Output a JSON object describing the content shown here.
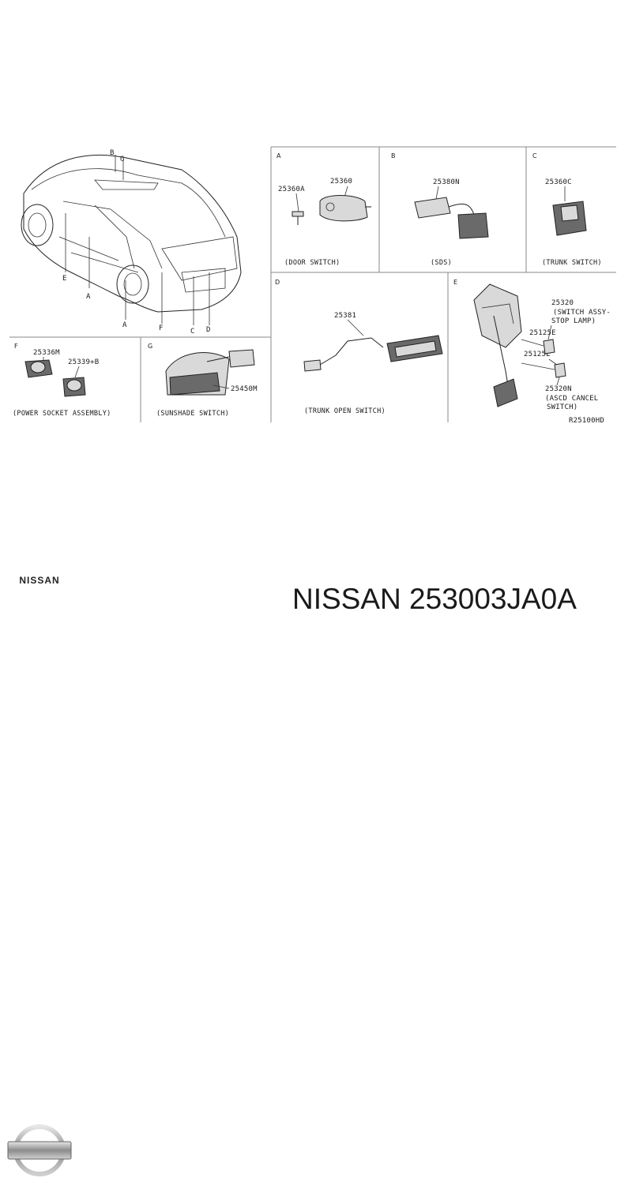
{
  "vehicle_labels": {
    "b": "B",
    "g": "G",
    "e": "E",
    "a1": "A",
    "a2": "A",
    "f": "F",
    "c": "C",
    "d": "D"
  },
  "sections": {
    "a": {
      "letter": "A",
      "parts": [
        "25360A",
        "25360"
      ],
      "caption": "(DOOR SWITCH)"
    },
    "b": {
      "letter": "B",
      "parts": [
        "25380N"
      ],
      "caption": "(SDS)"
    },
    "c": {
      "letter": "C",
      "parts": [
        "25360C"
      ],
      "caption": "(TRUNK SWITCH)"
    },
    "d": {
      "letter": "D",
      "parts": [
        "25381"
      ],
      "caption": "(TRUNK OPEN SWITCH)"
    },
    "e": {
      "letter": "E",
      "parts": [
        "25320",
        "(SWITCH ASSY-",
        "STOP LAMP)",
        "25125E",
        "25125E",
        "25320N",
        "(ASCD CANCEL",
        "SWITCH)"
      ]
    },
    "f": {
      "letter": "F",
      "parts": [
        "25336M",
        "25339+B"
      ],
      "caption": "(POWER SOCKET ASSEMBLY)"
    },
    "g": {
      "letter": "G",
      "parts": [
        "25450M"
      ],
      "caption": "(SUNSHADE SWITCH)"
    }
  },
  "diagram_code": "R25100HD",
  "brand": {
    "logo_text": "NISSAN",
    "part_number_title": "NISSAN 253003JA0A"
  }
}
